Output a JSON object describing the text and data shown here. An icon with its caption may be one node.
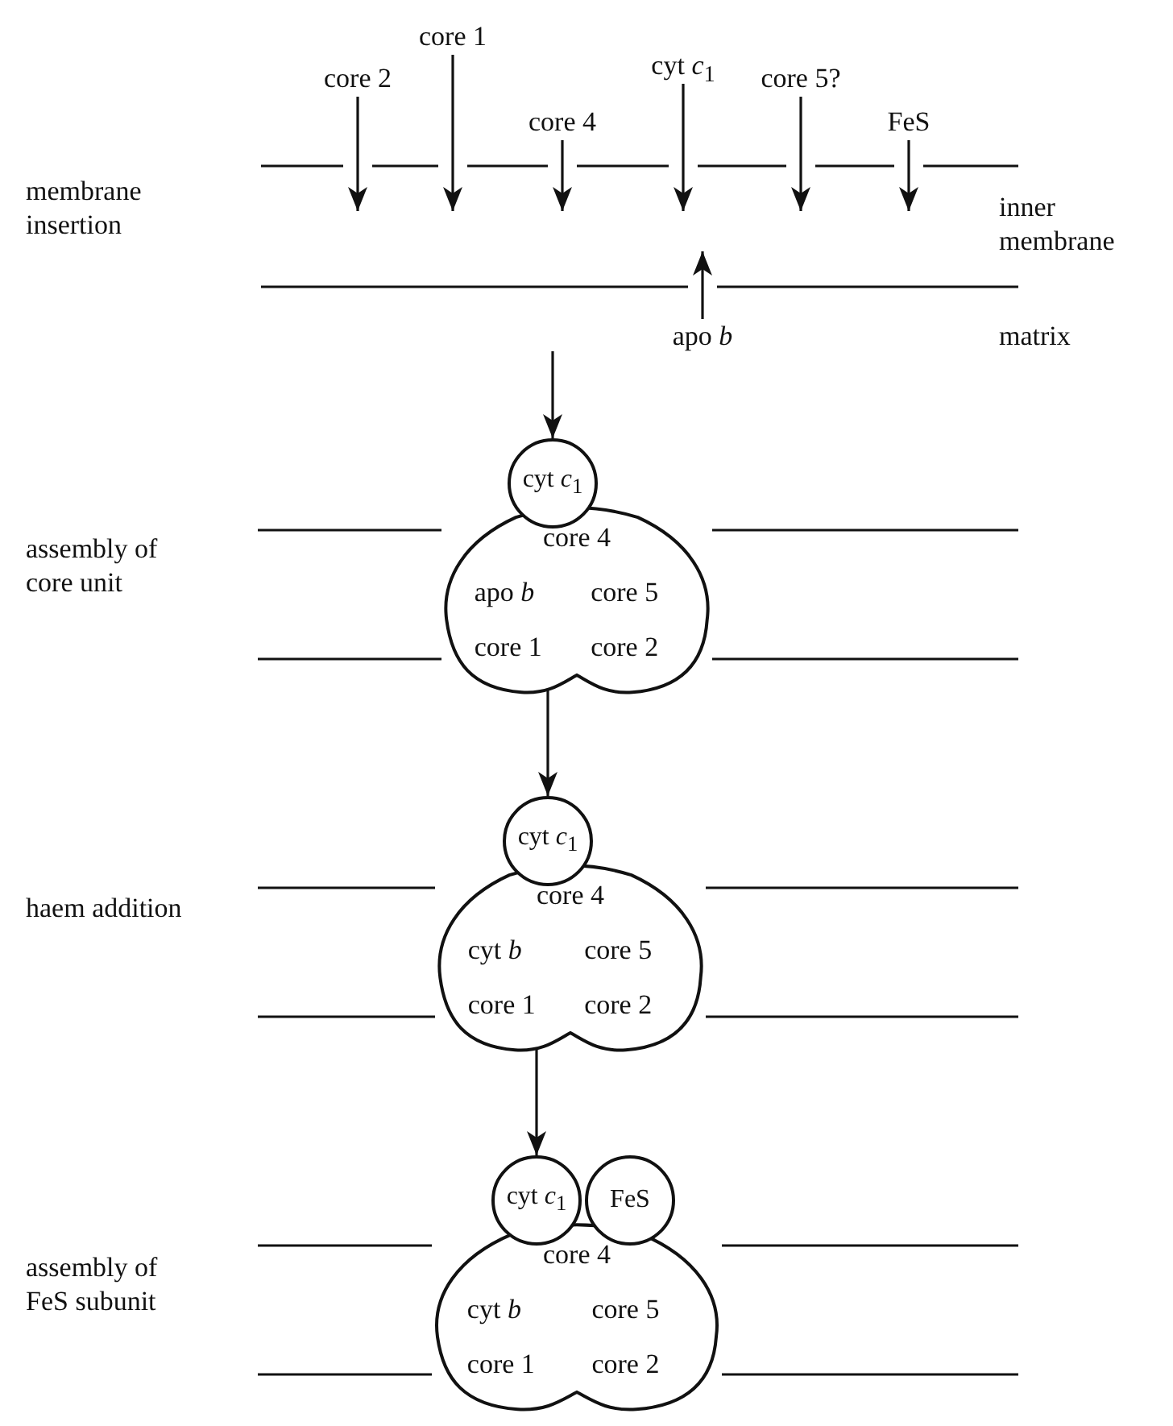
{
  "diagram": {
    "nodes": [
      {
        "text": [
          "core 2"
        ]
      },
      {
        "text": [
          "core 1"
        ]
      },
      {
        "text": [
          "core 4"
        ]
      },
      {
        "text": [
          "cyt *c*$_{1}$"
        ]
      },
      {
        "text": [
          "core 5?"
        ]
      },
      {
        "text": [
          "FeS"
        ]
      },
      {
        "text": [
          "apo *b*"
        ]
      },
      {
        "text": [
          "cyt *c*$_{1}$"
        ]
      },
      {
        "text": [
          "core 4",
          "apo *b*",
          "core 5",
          "core 1",
          "core 2"
        ]
      },
      {
        "text": [
          "cyt *c*$_{1}$"
        ]
      },
      {
        "text": [
          "core 4",
          "cyt *b*",
          "core 5",
          "core 1",
          "core 2"
        ]
      },
      {
        "text": [
          "cyt *c*$_{1}$"
        ]
      },
      {
        "text": [
          "FeS"
        ]
      },
      {
        "text": [
          "core 4",
          "cyt *b*",
          "core 5",
          "core 1",
          "core 2"
        ]
      }
    ],
    "edges": [
      {
        "from": 0,
        "to": null,
        "arrow": "to"
      },
      {
        "from": 1,
        "to": null,
        "arrow": "to"
      },
      {
        "from": 2,
        "to": null,
        "arrow": "to"
      },
      {
        "from": 3,
        "to": null,
        "arrow": "to"
      },
      {
        "from": 4,
        "to": null,
        "arrow": "to"
      },
      {
        "from": 5,
        "to": null,
        "arrow": "to"
      },
      {
        "from": 6,
        "to": null,
        "arrow": "to"
      },
      {
        "from": null,
        "to": 7,
        "arrow": "to"
      },
      {
        "from": 8,
        "to": 9,
        "arrow": "to"
      },
      {
        "from": 10,
        "to": 11,
        "arrow": "to"
      }
    ],
    "labels": [
      "membrane insertion",
      "inner membrane",
      "matrix",
      "assembly of core unit",
      "haem addition",
      "assembly of FeS subunit"
    ]
  }
}
